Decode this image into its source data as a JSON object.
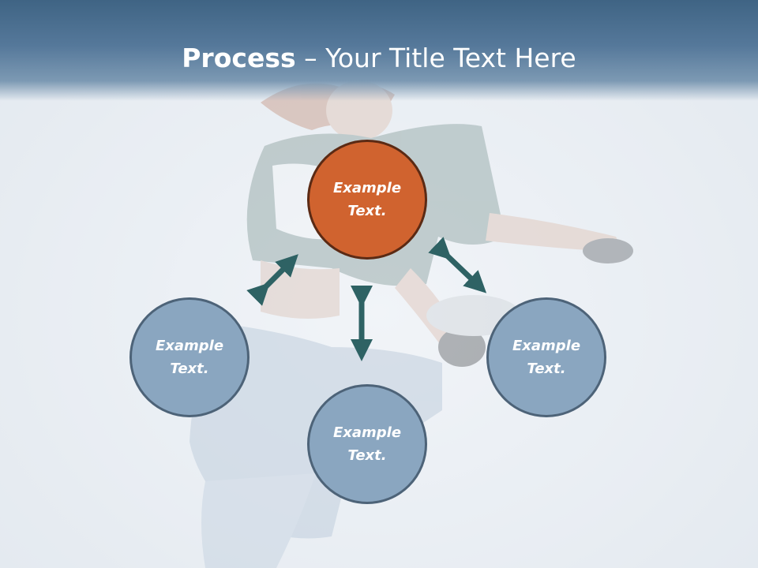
{
  "slide": {
    "title_bold": "Process",
    "title_rest": " – Your Title Text Here"
  },
  "nodes": {
    "top": "Example Text.",
    "left": "Example Text.",
    "right": "Example Text.",
    "bottom": "Example Text."
  },
  "colors": {
    "header": "#4b6f90",
    "center_node": "#d0632f",
    "center_border": "#5b2a14",
    "outer_node": "#8aa6c0",
    "outer_border": "#4d6378",
    "arrow": "#2e6264"
  },
  "icons": {
    "arrows": "double-headed-arrow"
  }
}
